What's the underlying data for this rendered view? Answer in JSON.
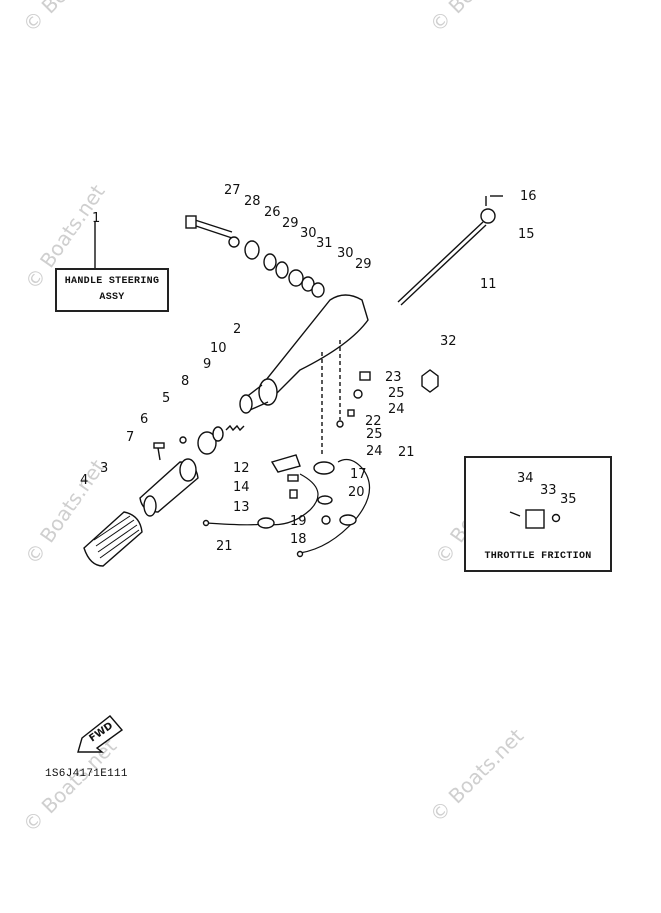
{
  "handle_box": {
    "line1": "HANDLE STEERING",
    "line2": "ASSY"
  },
  "throttle_box": {
    "title": "THROTTLE FRICTION"
  },
  "fwd_label": "FWD",
  "diagram_code": "1S6J4171E111",
  "watermark": "© Boats.net",
  "callouts": [
    "1",
    "2",
    "3",
    "4",
    "5",
    "6",
    "7",
    "8",
    "9",
    "10",
    "11",
    "12",
    "13",
    "14",
    "15",
    "16",
    "17",
    "18",
    "19",
    "20",
    "21",
    "22",
    "23",
    "24",
    "25",
    "26",
    "27",
    "28",
    "29",
    "30",
    "31",
    "32",
    "33",
    "34",
    "35"
  ]
}
